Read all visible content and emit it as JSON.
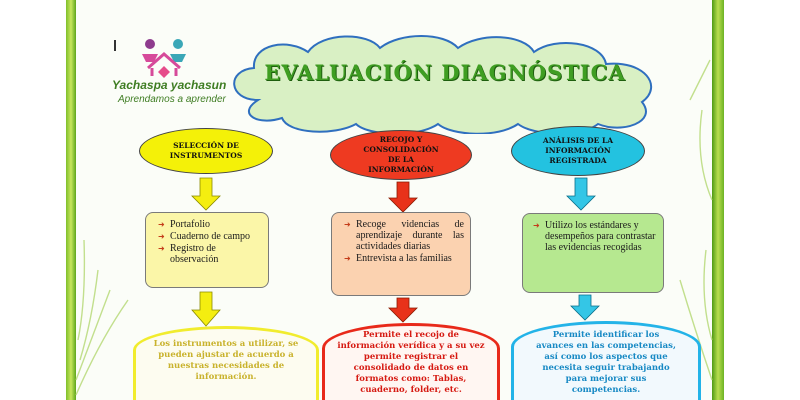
{
  "logo": {
    "name": "Yachaspa yachasun",
    "tagline": "Aprendamos a aprender"
  },
  "title": "EVALUACIÓN DIAGNÓSTICA",
  "columns": [
    {
      "heading": "SELECCIÓN DE INSTRUMENTOS",
      "items": [
        "Portafolio",
        "Cuaderno de campo",
        "Registro de observación"
      ],
      "conclusion": "Los instrumentos a utilizar, se pueden ajustar de acuerdo a nuestras necesidades de información."
    },
    {
      "heading": "RECOJO Y CONSOLIDACIÓN DE LA INFORMACIÓN",
      "items": [
        "Recoge videncias de aprendizaje durante las actividades diarias",
        "Entrevista a las familias"
      ],
      "conclusion": "Permite el recojo de información verídica y a su vez permite registrar el consolidado de datos en formatos como: Tablas, cuaderno, folder, etc."
    },
    {
      "heading": "ANÁLISIS DE LA INFORMACIÓN REGISTRADA",
      "items": [
        "Utilizo los estándares y desempeños para contrastar las evidencias recogidas"
      ],
      "conclusion": "Permite identificar los avances en las competencias, así como los aspectos que necesita seguir trabajando para mejorar sus competencias."
    }
  ],
  "colors": {
    "col1_oval": "#f4f108",
    "col2_oval": "#ee3a21",
    "col3_oval": "#23c2e0",
    "col1_box": "#fbf6a8",
    "col2_box": "#fbd2b0",
    "col3_box": "#b6e890",
    "title": "#3f9e22",
    "cloud": "#d9f0c4"
  }
}
